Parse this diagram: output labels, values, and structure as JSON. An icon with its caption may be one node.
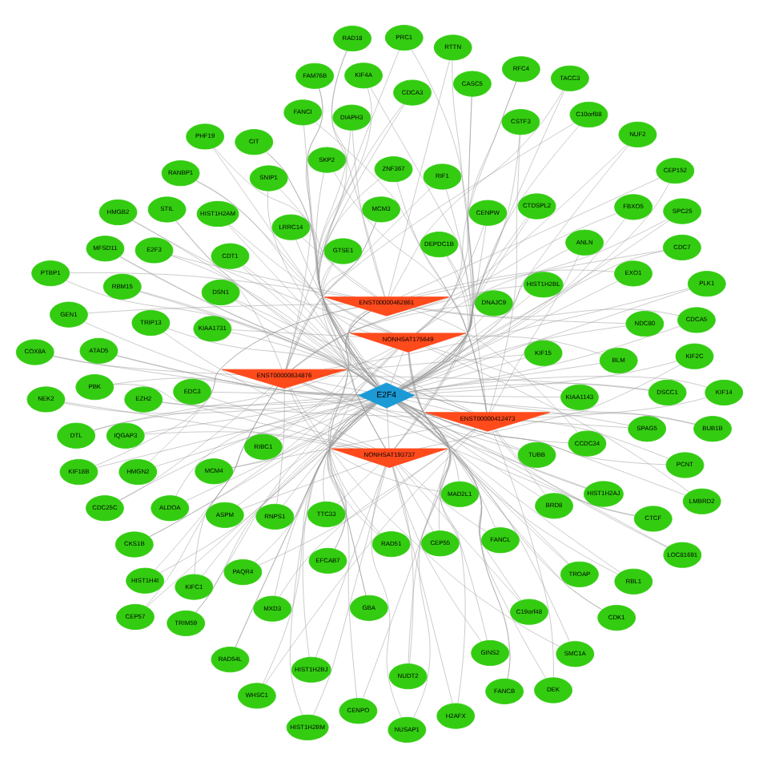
{
  "diagram": {
    "nodes": [
      {
        "text": [
          "NEK2"
        ]
      },
      {
        "text": [
          "HIST1H2AJ"
        ]
      },
      {
        "text": [
          "CENPO"
        ]
      },
      {
        "text": [
          "PHF19"
        ]
      },
      {
        "text": [
          "BRD8"
        ]
      },
      {
        "text": [
          "EDC3"
        ]
      },
      {
        "text": [
          "CEP57"
        ]
      },
      {
        "text": [
          "CDK1"
        ]
      },
      {
        "text": [
          "GBA"
        ]
      },
      {
        "text": [
          "DEK"
        ]
      },
      {
        "text": [
          "NUDT2"
        ]
      },
      {
        "text": [
          "COX8A"
        ]
      },
      {
        "text": [
          "LMBRD2"
        ]
      },
      {
        "text": [
          "NDC80"
        ]
      },
      {
        "text": [
          "KIF4A"
        ]
      },
      {
        "text": [
          "GINS2"
        ]
      },
      {
        "text": [
          "SMC1A"
        ]
      },
      {
        "text": [
          "HMGB2"
        ]
      },
      {
        "text": [
          "PTBP1"
        ]
      },
      {
        "text": [
          "DSN1"
        ]
      },
      {
        "text": [
          "TTC33"
        ]
      },
      {
        "text": [
          "RNPS1"
        ]
      },
      {
        "text": [
          "CENPW"
        ]
      },
      {
        "text": [
          "TACC3"
        ]
      },
      {
        "text": [
          "FANCI"
        ]
      },
      {
        "text": [
          "H2AFX"
        ]
      },
      {
        "text": [
          "FBXO5"
        ]
      },
      {
        "text": [
          "RIBC1"
        ]
      },
      {
        "text": [
          "EFCAB7"
        ]
      },
      {
        "text": [
          "LOC81691"
        ]
      },
      {
        "text": [
          "DEPDC1B"
        ]
      },
      {
        "text": [
          "TUBB"
        ]
      },
      {
        "text": [
          "TRIM59"
        ]
      },
      {
        "text": [
          "E2F3"
        ]
      },
      {
        "text": [
          "ANLN"
        ]
      },
      {
        "text": [
          "CEP55"
        ]
      },
      {
        "text": [
          "DNAJC9"
        ]
      },
      {
        "text": [
          "RFC4"
        ]
      },
      {
        "text": [
          "GEN1"
        ]
      },
      {
        "text": [
          "ATAD5"
        ]
      },
      {
        "text": [
          "CIT"
        ]
      },
      {
        "text": [
          "STIL"
        ]
      },
      {
        "text": [
          "KIAA1731"
        ]
      },
      {
        "text": [
          "CDC7"
        ]
      },
      {
        "text": [
          "PCNT"
        ]
      },
      {
        "text": [
          "IQGAP3"
        ]
      },
      {
        "text": [
          "CTCF"
        ]
      },
      {
        "text": [
          "TROAP"
        ]
      },
      {
        "text": [
          "CDCA5"
        ]
      },
      {
        "text": [
          "BUB1B"
        ]
      },
      {
        "text": [
          "PBK"
        ]
      },
      {
        "text": [
          "PLK1"
        ]
      },
      {
        "text": [
          "PRC1"
        ]
      },
      {
        "text": [
          "RAD18"
        ]
      },
      {
        "text": [
          "CSTF3"
        ]
      },
      {
        "text": [
          "NUSAP1"
        ]
      },
      {
        "text": [
          "KIFC1"
        ]
      },
      {
        "text": [
          "RANBP1"
        ]
      },
      {
        "text": [
          "EXO1"
        ]
      },
      {
        "text": [
          "MFSD11"
        ]
      },
      {
        "text": [
          "CDT1"
        ]
      },
      {
        "text": [
          "FAM76B"
        ]
      },
      {
        "text": [
          "CKS1B"
        ]
      },
      {
        "text": [
          "CEP152"
        ]
      },
      {
        "text": [
          "SPAG5"
        ]
      },
      {
        "text": [
          "ASPM"
        ]
      },
      {
        "text": [
          "KIF15"
        ]
      },
      {
        "text": [
          "SPC25"
        ]
      },
      {
        "text": [
          "FANCB"
        ]
      },
      {
        "text": [
          "EZH2"
        ]
      },
      {
        "text": [
          "HIST1H2BM"
        ]
      },
      {
        "text": [
          "CDCA3"
        ]
      },
      {
        "text": [
          "GTSE1"
        ]
      },
      {
        "text": [
          "HMGN2"
        ]
      },
      {
        "text": [
          "MXD3"
        ]
      },
      {
        "text": [
          "C19orf48"
        ]
      },
      {
        "text": [
          "HIST1H2BL"
        ]
      },
      {
        "text": [
          "RAD54L"
        ]
      },
      {
        "text": [
          "ALDOA"
        ]
      },
      {
        "text": [
          "KIF14"
        ]
      },
      {
        "text": [
          "TRIP13"
        ]
      },
      {
        "text": [
          "HIST1H4I"
        ]
      },
      {
        "text": [
          "KIAA1143"
        ]
      },
      {
        "text": [
          "RAD51"
        ]
      },
      {
        "text": [
          "SKP2"
        ]
      },
      {
        "text": [
          "SNIP1"
        ]
      },
      {
        "text": [
          "MCM3"
        ]
      },
      {
        "text": [
          "HIST1H2AM"
        ]
      },
      {
        "text": [
          "LRRC14"
        ]
      },
      {
        "text": [
          "WHSC1"
        ]
      },
      {
        "text": [
          "CASC5"
        ]
      },
      {
        "text": [
          "CDC25C"
        ]
      },
      {
        "text": [
          "NUF2"
        ]
      },
      {
        "text": [
          "DIAPH3"
        ]
      },
      {
        "text": [
          "MCM4"
        ]
      },
      {
        "text": [
          "HIST1H2BJ"
        ]
      },
      {
        "text": [
          "MAD2L1"
        ]
      },
      {
        "text": [
          "RBL1"
        ]
      },
      {
        "text": [
          "CCDC34"
        ]
      },
      {
        "text": [
          "PAQR4"
        ]
      },
      {
        "text": [
          "CTDSPL2"
        ]
      },
      {
        "text": [
          "RIF1"
        ]
      },
      {
        "text": [
          "DTL"
        ]
      },
      {
        "text": [
          "KIF18B"
        ]
      },
      {
        "text": [
          "RBM15"
        ]
      },
      {
        "text": [
          "KIF2C"
        ]
      },
      {
        "text": [
          "DSCC1"
        ]
      },
      {
        "text": [
          "BLM"
        ]
      },
      {
        "text": [
          "RTTN"
        ]
      },
      {
        "text": [
          "ZNF367"
        ]
      },
      {
        "text": [
          "FANCL"
        ]
      },
      {
        "text": [
          "C10orf88"
        ]
      },
      {
        "text": [
          "NONHSAT193737"
        ]
      },
      {
        "text": [
          "ENST00000634876"
        ]
      },
      {
        "text": [
          "NONHSAT175649"
        ]
      },
      {
        "text": [
          "E2F4"
        ]
      },
      {
        "text": [
          "ENST00000462861"
        ]
      },
      {
        "text": [
          "ENST00000412473"
        ]
      }
    ],
    "edges": [
      {
        "from": 112,
        "to": 115,
        "arrow": "none"
      },
      {
        "from": 113,
        "to": 115,
        "arrow": "none"
      },
      {
        "from": 114,
        "to": 115,
        "arrow": "none"
      },
      {
        "from": 116,
        "to": 115,
        "arrow": "none"
      },
      {
        "from": 117,
        "to": 115,
        "arrow": "none"
      },
      {
        "from": 0,
        "to": 115,
        "arrow": "none"
      },
      {
        "from": 0,
        "to": 112,
        "arrow": "none"
      },
      {
        "from": 1,
        "to": 115,
        "arrow": "none"
      },
      {
        "from": 1,
        "to": 113,
        "arrow": "none"
      },
      {
        "from": 2,
        "to": 115,
        "arrow": "none"
      },
      {
        "from": 2,
        "to": 114,
        "arrow": "none"
      },
      {
        "from": 3,
        "to": 115,
        "arrow": "none"
      },
      {
        "from": 3,
        "to": 116,
        "arrow": "none"
      },
      {
        "from": 4,
        "to": 115,
        "arrow": "none"
      },
      {
        "from": 4,
        "to": 117,
        "arrow": "none"
      },
      {
        "from": 5,
        "to": 115,
        "arrow": "none"
      },
      {
        "from": 5,
        "to": 112,
        "arrow": "none"
      },
      {
        "from": 6,
        "to": 115,
        "arrow": "none"
      },
      {
        "from": 6,
        "to": 113,
        "arrow": "none"
      },
      {
        "from": 7,
        "to": 115,
        "arrow": "none"
      },
      {
        "from": 7,
        "to": 114,
        "arrow": "none"
      },
      {
        "from": 8,
        "to": 115,
        "arrow": "none"
      },
      {
        "from": 8,
        "to": 116,
        "arrow": "none"
      },
      {
        "from": 9,
        "to": 115,
        "arrow": "none"
      },
      {
        "from": 9,
        "to": 117,
        "arrow": "none"
      },
      {
        "from": 10,
        "to": 115,
        "arrow": "none"
      },
      {
        "from": 10,
        "to": 112,
        "arrow": "none"
      },
      {
        "from": 11,
        "to": 115,
        "arrow": "none"
      },
      {
        "from": 11,
        "to": 113,
        "arrow": "none"
      },
      {
        "from": 12,
        "to": 115,
        "arrow": "none"
      },
      {
        "from": 12,
        "to": 114,
        "arrow": "none"
      },
      {
        "from": 13,
        "to": 115,
        "arrow": "none"
      },
      {
        "from": 13,
        "to": 116,
        "arrow": "none"
      },
      {
        "from": 14,
        "to": 115,
        "arrow": "none"
      },
      {
        "from": 14,
        "to": 117,
        "arrow": "none"
      },
      {
        "from": 15,
        "to": 115,
        "arrow": "none"
      },
      {
        "from": 15,
        "to": 112,
        "arrow": "none"
      },
      {
        "from": 16,
        "to": 115,
        "arrow": "none"
      },
      {
        "from": 16,
        "to": 113,
        "arrow": "none"
      },
      {
        "from": 17,
        "to": 115,
        "arrow": "none"
      },
      {
        "from": 17,
        "to": 114,
        "arrow": "none"
      },
      {
        "from": 18,
        "to": 115,
        "arrow": "none"
      },
      {
        "from": 18,
        "to": 116,
        "arrow": "none"
      },
      {
        "from": 19,
        "to": 115,
        "arrow": "none"
      },
      {
        "from": 19,
        "to": 117,
        "arrow": "none"
      },
      {
        "from": 20,
        "to": 115,
        "arrow": "none"
      },
      {
        "from": 20,
        "to": 112,
        "arrow": "none"
      },
      {
        "from": 21,
        "to": 115,
        "arrow": "none"
      },
      {
        "from": 21,
        "to": 113,
        "arrow": "none"
      },
      {
        "from": 22,
        "to": 115,
        "arrow": "none"
      },
      {
        "from": 22,
        "to": 114,
        "arrow": "none"
      },
      {
        "from": 23,
        "to": 115,
        "arrow": "none"
      },
      {
        "from": 23,
        "to": 116,
        "arrow": "none"
      },
      {
        "from": 24,
        "to": 115,
        "arrow": "none"
      },
      {
        "from": 24,
        "to": 117,
        "arrow": "none"
      },
      {
        "from": 25,
        "to": 115,
        "arrow": "none"
      },
      {
        "from": 25,
        "to": 112,
        "arrow": "none"
      },
      {
        "from": 26,
        "to": 115,
        "arrow": "none"
      },
      {
        "from": 26,
        "to": 113,
        "arrow": "none"
      },
      {
        "from": 27,
        "to": 115,
        "arrow": "none"
      },
      {
        "from": 27,
        "to": 114,
        "arrow": "none"
      },
      {
        "from": 28,
        "to": 115,
        "arrow": "none"
      },
      {
        "from": 28,
        "to": 116,
        "arrow": "none"
      },
      {
        "from": 29,
        "to": 115,
        "arrow": "none"
      },
      {
        "from": 29,
        "to": 117,
        "arrow": "none"
      },
      {
        "from": 30,
        "to": 115,
        "arrow": "none"
      },
      {
        "from": 30,
        "to": 112,
        "arrow": "none"
      },
      {
        "from": 31,
        "to": 115,
        "arrow": "none"
      },
      {
        "from": 31,
        "to": 113,
        "arrow": "none"
      },
      {
        "from": 32,
        "to": 115,
        "arrow": "none"
      },
      {
        "from": 32,
        "to": 114,
        "arrow": "none"
      },
      {
        "from": 33,
        "to": 115,
        "arrow": "none"
      },
      {
        "from": 33,
        "to": 116,
        "arrow": "none"
      },
      {
        "from": 34,
        "to": 115,
        "arrow": "none"
      },
      {
        "from": 34,
        "to": 117,
        "arrow": "none"
      },
      {
        "from": 35,
        "to": 115,
        "arrow": "none"
      },
      {
        "from": 35,
        "to": 112,
        "arrow": "none"
      },
      {
        "from": 36,
        "to": 115,
        "arrow": "none"
      },
      {
        "from": 36,
        "to": 113,
        "arrow": "none"
      },
      {
        "from": 37,
        "to": 115,
        "arrow": "none"
      },
      {
        "from": 37,
        "to": 114,
        "arrow": "none"
      },
      {
        "from": 38,
        "to": 115,
        "arrow": "none"
      },
      {
        "from": 38,
        "to": 116,
        "arrow": "none"
      },
      {
        "from": 39,
        "to": 115,
        "arrow": "none"
      },
      {
        "from": 39,
        "to": 117,
        "arrow": "none"
      },
      {
        "from": 40,
        "to": 115,
        "arrow": "none"
      },
      {
        "from": 40,
        "to": 112,
        "arrow": "none"
      },
      {
        "from": 41,
        "to": 115,
        "arrow": "none"
      },
      {
        "from": 41,
        "to": 113,
        "arrow": "none"
      },
      {
        "from": 42,
        "to": 115,
        "arrow": "none"
      },
      {
        "from": 42,
        "to": 114,
        "arrow": "none"
      },
      {
        "from": 43,
        "to": 115,
        "arrow": "none"
      },
      {
        "from": 43,
        "to": 116,
        "arrow": "none"
      },
      {
        "from": 44,
        "to": 115,
        "arrow": "none"
      },
      {
        "from": 44,
        "to": 117,
        "arrow": "none"
      },
      {
        "from": 45,
        "to": 115,
        "arrow": "none"
      },
      {
        "from": 45,
        "to": 112,
        "arrow": "none"
      },
      {
        "from": 46,
        "to": 115,
        "arrow": "none"
      },
      {
        "from": 46,
        "to": 113,
        "arrow": "none"
      },
      {
        "from": 47,
        "to": 115,
        "arrow": "none"
      },
      {
        "from": 47,
        "to": 114,
        "arrow": "none"
      },
      {
        "from": 48,
        "to": 115,
        "arrow": "none"
      },
      {
        "from": 48,
        "to": 116,
        "arrow": "none"
      },
      {
        "from": 49,
        "to": 115,
        "arrow": "none"
      },
      {
        "from": 49,
        "to": 117,
        "arrow": "none"
      },
      {
        "from": 50,
        "to": 115,
        "arrow": "none"
      },
      {
        "from": 50,
        "to": 112,
        "arrow": "none"
      },
      {
        "from": 51,
        "to": 115,
        "arrow": "none"
      },
      {
        "from": 51,
        "to": 113,
        "arrow": "none"
      },
      {
        "from": 52,
        "to": 115,
        "arrow": "none"
      },
      {
        "from": 52,
        "to": 114,
        "arrow": "none"
      },
      {
        "from": 53,
        "to": 115,
        "arrow": "none"
      },
      {
        "from": 53,
        "to": 116,
        "arrow": "none"
      },
      {
        "from": 54,
        "to": 115,
        "arrow": "none"
      },
      {
        "from": 54,
        "to": 117,
        "arrow": "none"
      },
      {
        "from": 55,
        "to": 115,
        "arrow": "none"
      },
      {
        "from": 55,
        "to": 112,
        "arrow": "none"
      },
      {
        "from": 56,
        "to": 115,
        "arrow": "none"
      },
      {
        "from": 56,
        "to": 113,
        "arrow": "none"
      },
      {
        "from": 57,
        "to": 115,
        "arrow": "none"
      },
      {
        "from": 57,
        "to": 114,
        "arrow": "none"
      },
      {
        "from": 58,
        "to": 115,
        "arrow": "none"
      },
      {
        "from": 58,
        "to": 116,
        "arrow": "none"
      },
      {
        "from": 59,
        "to": 115,
        "arrow": "none"
      },
      {
        "from": 59,
        "to": 117,
        "arrow": "none"
      },
      {
        "from": 60,
        "to": 115,
        "arrow": "none"
      },
      {
        "from": 60,
        "to": 112,
        "arrow": "none"
      },
      {
        "from": 61,
        "to": 115,
        "arrow": "none"
      },
      {
        "from": 61,
        "to": 113,
        "arrow": "none"
      },
      {
        "from": 62,
        "to": 115,
        "arrow": "none"
      },
      {
        "from": 62,
        "to": 114,
        "arrow": "none"
      },
      {
        "from": 63,
        "to": 115,
        "arrow": "none"
      },
      {
        "from": 63,
        "to": 116,
        "arrow": "none"
      },
      {
        "from": 64,
        "to": 115,
        "arrow": "none"
      },
      {
        "from": 64,
        "to": 117,
        "arrow": "none"
      },
      {
        "from": 65,
        "to": 115,
        "arrow": "none"
      },
      {
        "from": 65,
        "to": 112,
        "arrow": "none"
      },
      {
        "from": 66,
        "to": 115,
        "arrow": "none"
      },
      {
        "from": 66,
        "to": 113,
        "arrow": "none"
      },
      {
        "from": 67,
        "to": 115,
        "arrow": "none"
      },
      {
        "from": 67,
        "to": 114,
        "arrow": "none"
      },
      {
        "from": 68,
        "to": 115,
        "arrow": "none"
      },
      {
        "from": 68,
        "to": 116,
        "arrow": "none"
      },
      {
        "from": 69,
        "to": 115,
        "arrow": "none"
      },
      {
        "from": 69,
        "to": 117,
        "arrow": "none"
      },
      {
        "from": 70,
        "to": 115,
        "arrow": "none"
      },
      {
        "from": 70,
        "to": 112,
        "arrow": "none"
      },
      {
        "from": 71,
        "to": 115,
        "arrow": "none"
      },
      {
        "from": 71,
        "to": 113,
        "arrow": "none"
      },
      {
        "from": 72,
        "to": 115,
        "arrow": "none"
      },
      {
        "from": 72,
        "to": 114,
        "arrow": "none"
      },
      {
        "from": 73,
        "to": 115,
        "arrow": "none"
      },
      {
        "from": 73,
        "to": 116,
        "arrow": "none"
      },
      {
        "from": 74,
        "to": 115,
        "arrow": "none"
      },
      {
        "from": 74,
        "to": 117,
        "arrow": "none"
      },
      {
        "from": 75,
        "to": 115,
        "arrow": "none"
      },
      {
        "from": 75,
        "to": 112,
        "arrow": "none"
      },
      {
        "from": 76,
        "to": 115,
        "arrow": "none"
      },
      {
        "from": 76,
        "to": 113,
        "arrow": "none"
      },
      {
        "from": 77,
        "to": 115,
        "arrow": "none"
      },
      {
        "from": 77,
        "to": 114,
        "arrow": "none"
      },
      {
        "from": 78,
        "to": 115,
        "arrow": "none"
      },
      {
        "from": 78,
        "to": 116,
        "arrow": "none"
      },
      {
        "from": 79,
        "to": 115,
        "arrow": "none"
      },
      {
        "from": 79,
        "to": 117,
        "arrow": "none"
      },
      {
        "from": 80,
        "to": 115,
        "arrow": "none"
      },
      {
        "from": 80,
        "to": 112,
        "arrow": "none"
      },
      {
        "from": 81,
        "to": 115,
        "arrow": "none"
      },
      {
        "from": 81,
        "to": 113,
        "arrow": "none"
      },
      {
        "from": 82,
        "to": 115,
        "arrow": "none"
      },
      {
        "from": 82,
        "to": 114,
        "arrow": "none"
      },
      {
        "from": 83,
        "to": 115,
        "arrow": "none"
      },
      {
        "from": 83,
        "to": 116,
        "arrow": "none"
      },
      {
        "from": 84,
        "to": 115,
        "arrow": "none"
      },
      {
        "from": 84,
        "to": 117,
        "arrow": "none"
      },
      {
        "from": 85,
        "to": 115,
        "arrow": "none"
      },
      {
        "from": 85,
        "to": 112,
        "arrow": "none"
      },
      {
        "from": 86,
        "to": 115,
        "arrow": "none"
      },
      {
        "from": 86,
        "to": 113,
        "arrow": "none"
      },
      {
        "from": 87,
        "to": 115,
        "arrow": "none"
      },
      {
        "from": 87,
        "to": 114,
        "arrow": "none"
      },
      {
        "from": 88,
        "to": 115,
        "arrow": "none"
      },
      {
        "from": 88,
        "to": 116,
        "arrow": "none"
      },
      {
        "from": 89,
        "to": 115,
        "arrow": "none"
      },
      {
        "from": 89,
        "to": 117,
        "arrow": "none"
      },
      {
        "from": 90,
        "to": 115,
        "arrow": "none"
      },
      {
        "from": 90,
        "to": 112,
        "arrow": "none"
      },
      {
        "from": 91,
        "to": 115,
        "arrow": "none"
      },
      {
        "from": 91,
        "to": 113,
        "arrow": "none"
      },
      {
        "from": 92,
        "to": 115,
        "arrow": "none"
      },
      {
        "from": 92,
        "to": 114,
        "arrow": "none"
      },
      {
        "from": 93,
        "to": 115,
        "arrow": "none"
      },
      {
        "from": 93,
        "to": 116,
        "arrow": "none"
      },
      {
        "from": 94,
        "to": 115,
        "arrow": "none"
      },
      {
        "from": 94,
        "to": 117,
        "arrow": "none"
      },
      {
        "from": 95,
        "to": 115,
        "arrow": "none"
      },
      {
        "from": 95,
        "to": 112,
        "arrow": "none"
      },
      {
        "from": 96,
        "to": 115,
        "arrow": "none"
      },
      {
        "from": 96,
        "to": 113,
        "arrow": "none"
      },
      {
        "from": 97,
        "to": 115,
        "arrow": "none"
      },
      {
        "from": 97,
        "to": 114,
        "arrow": "none"
      },
      {
        "from": 98,
        "to": 115,
        "arrow": "none"
      },
      {
        "from": 98,
        "to": 116,
        "arrow": "none"
      },
      {
        "from": 99,
        "to": 115,
        "arrow": "none"
      },
      {
        "from": 99,
        "to": 117,
        "arrow": "none"
      },
      {
        "from": 100,
        "to": 115,
        "arrow": "none"
      },
      {
        "from": 100,
        "to": 112,
        "arrow": "none"
      },
      {
        "from": 101,
        "to": 115,
        "arrow": "none"
      },
      {
        "from": 101,
        "to": 113,
        "arrow": "none"
      },
      {
        "from": 102,
        "to": 115,
        "arrow": "none"
      },
      {
        "from": 102,
        "to": 114,
        "arrow": "none"
      },
      {
        "from": 103,
        "to": 115,
        "arrow": "none"
      },
      {
        "from": 103,
        "to": 116,
        "arrow": "none"
      },
      {
        "from": 104,
        "to": 115,
        "arrow": "none"
      },
      {
        "from": 104,
        "to": 117,
        "arrow": "none"
      },
      {
        "from": 105,
        "to": 115,
        "arrow": "none"
      },
      {
        "from": 105,
        "to": 112,
        "arrow": "none"
      },
      {
        "from": 106,
        "to": 115,
        "arrow": "none"
      },
      {
        "from": 106,
        "to": 113,
        "arrow": "none"
      },
      {
        "from": 107,
        "to": 115,
        "arrow": "none"
      },
      {
        "from": 107,
        "to": 114,
        "arrow": "none"
      },
      {
        "from": 108,
        "to": 115,
        "arrow": "none"
      },
      {
        "from": 108,
        "to": 116,
        "arrow": "none"
      },
      {
        "from": 109,
        "to": 115,
        "arrow": "none"
      },
      {
        "from": 109,
        "to": 117,
        "arrow": "none"
      },
      {
        "from": 110,
        "to": 115,
        "arrow": "none"
      },
      {
        "from": 110,
        "to": 112,
        "arrow": "none"
      },
      {
        "from": 111,
        "to": 115,
        "arrow": "none"
      },
      {
        "from": 111,
        "to": 113,
        "arrow": "none"
      }
    ]
  }
}
